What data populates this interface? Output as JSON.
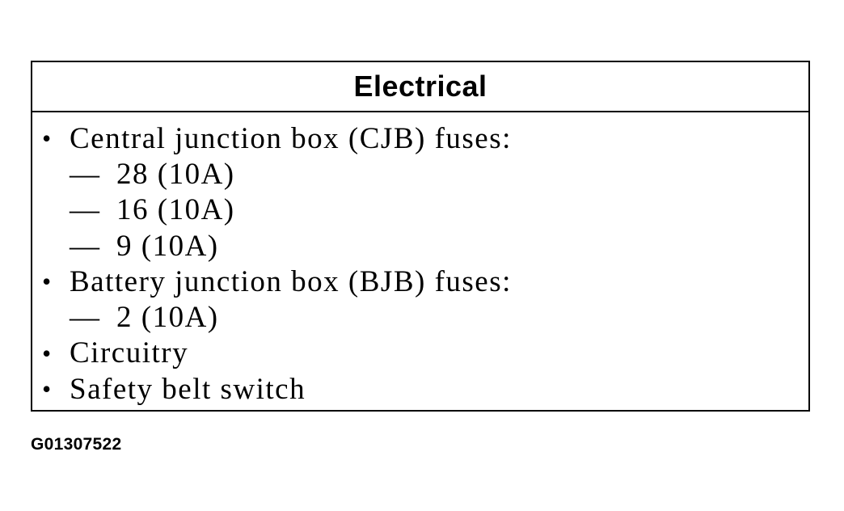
{
  "panel": {
    "title": "Electrical",
    "items": [
      {
        "label": "Central junction box (CJB) fuses:",
        "subitems": [
          "28 (10A)",
          "16 (10A)",
          "9 (10A)"
        ]
      },
      {
        "label": "Battery junction box (BJB) fuses:",
        "subitems": [
          "2 (10A)"
        ]
      },
      {
        "label": "Circuitry",
        "subitems": []
      },
      {
        "label": "Safety belt switch",
        "subitems": []
      }
    ],
    "bullet_glyph": "•",
    "dash_glyph": "—"
  },
  "figure_id": "G01307522"
}
